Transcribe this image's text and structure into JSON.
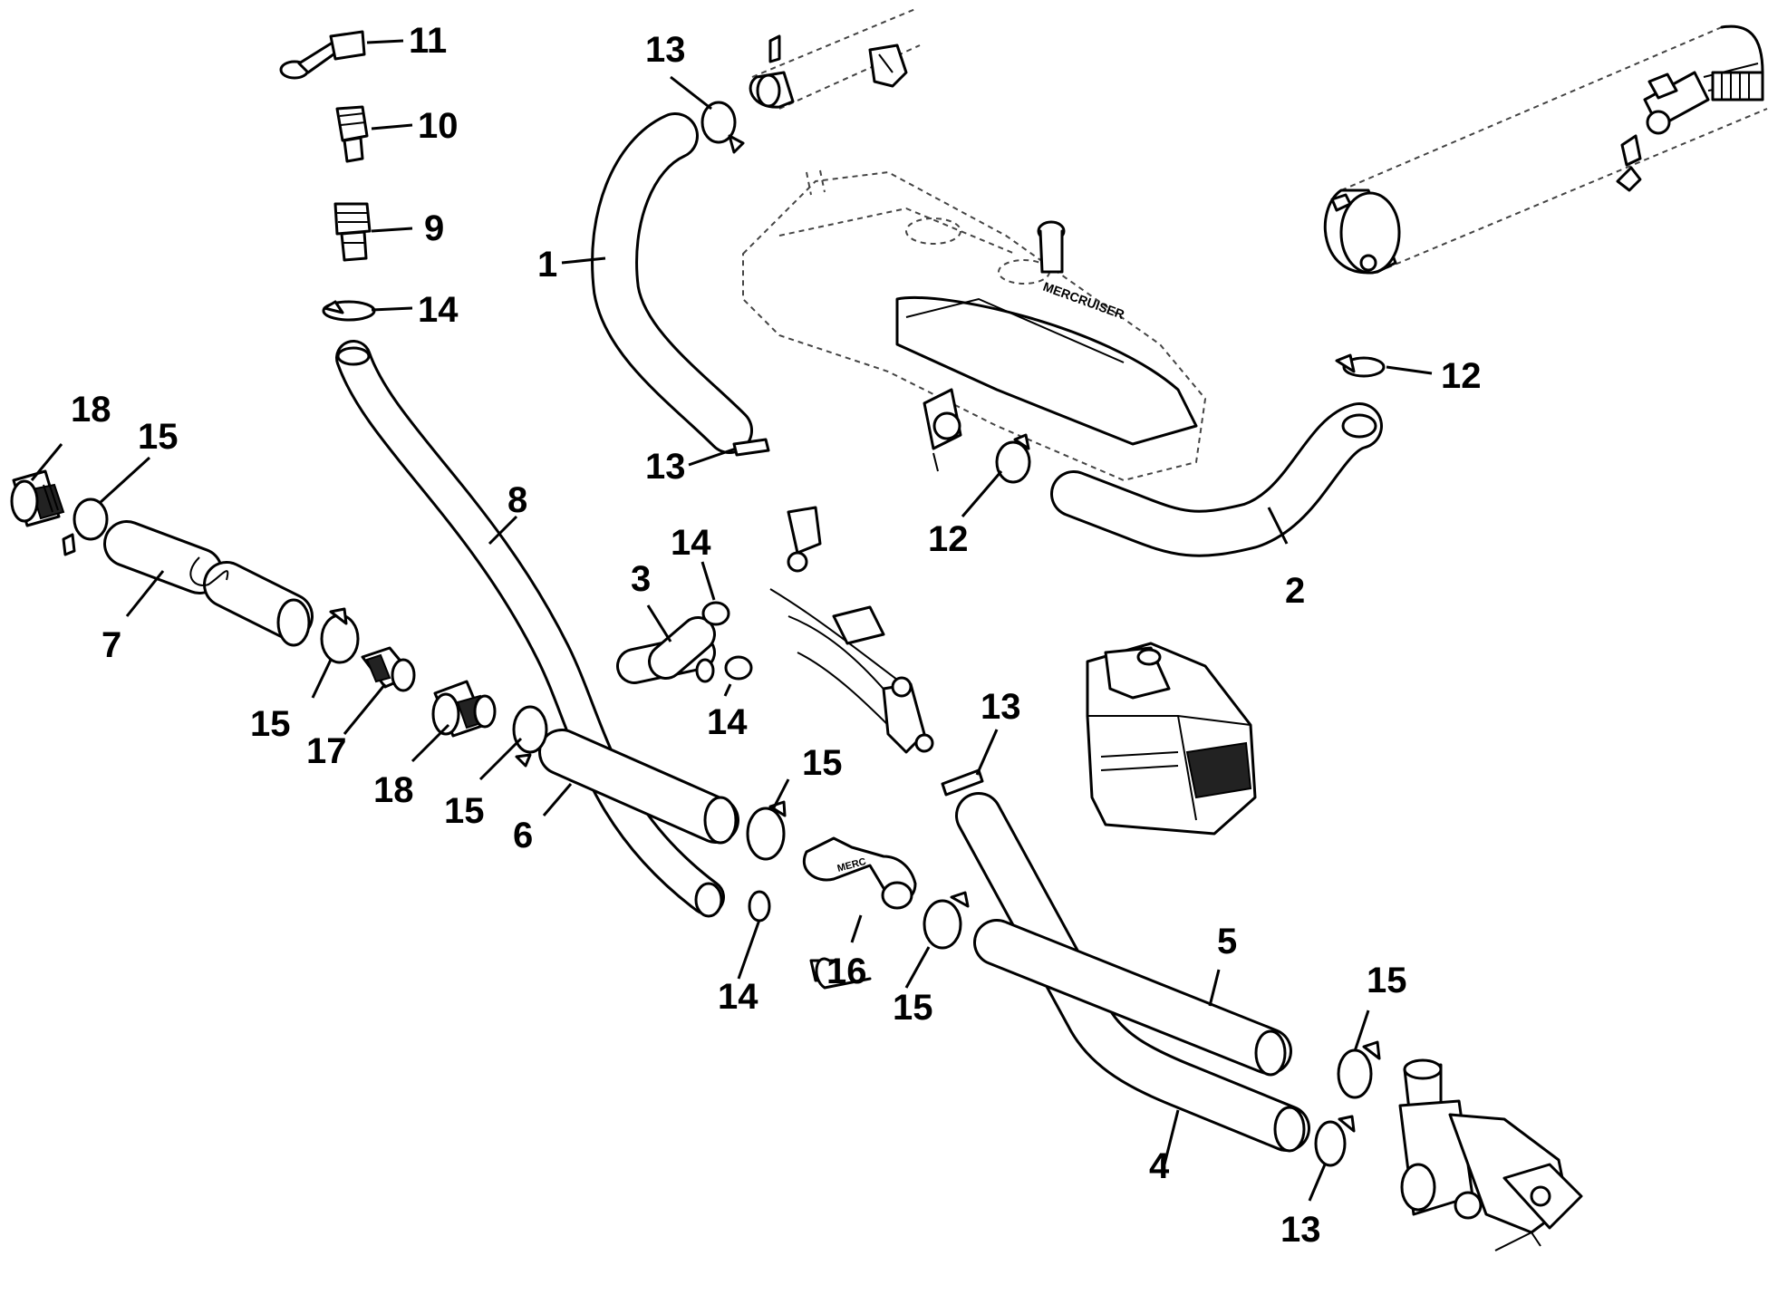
{
  "callouts": {
    "c1": "1",
    "c2": "2",
    "c3": "3",
    "c4": "4",
    "c5": "5",
    "c6": "6",
    "c7": "7",
    "c8": "8",
    "c9": "9",
    "c10": "10",
    "c11": "11",
    "c12a": "12",
    "c12b": "12",
    "c13a": "13",
    "c13b": "13",
    "c13c": "13",
    "c13d": "13",
    "c14a": "14",
    "c14b": "14",
    "c14c": "14",
    "c14d": "14",
    "c15a": "15",
    "c15b": "15",
    "c15c": "15",
    "c15d": "15",
    "c15e": "15",
    "c15f": "15",
    "c16": "16",
    "c17": "17",
    "c18a": "18",
    "c18b": "18"
  }
}
